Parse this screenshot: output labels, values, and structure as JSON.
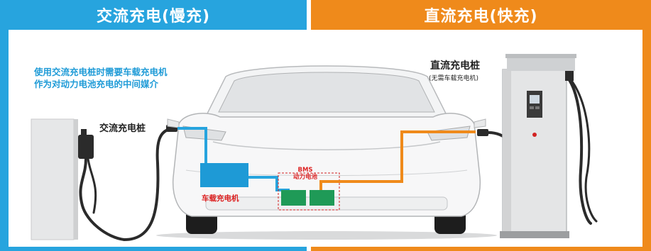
{
  "header": {
    "ac_title": "交流充电(慢充)",
    "dc_title": "直流充电(快充)"
  },
  "annotations": {
    "ac_note": "使用交流充电桩时需要车载充电机\n作为对动力电池充电的中间媒介",
    "ac_pile": "交流充电桩",
    "dc_pile": "直流充电桩",
    "dc_pile_sub": "(无需车载充电机)",
    "bms_line1": "BMS",
    "bms_line2": "动力电池",
    "onboard_charger": "车载充电机"
  },
  "colors": {
    "ac_blue": "#27a4de",
    "dc_orange": "#ef8a1b",
    "label_red": "#d22222",
    "battery_green": "#1f9a57"
  }
}
